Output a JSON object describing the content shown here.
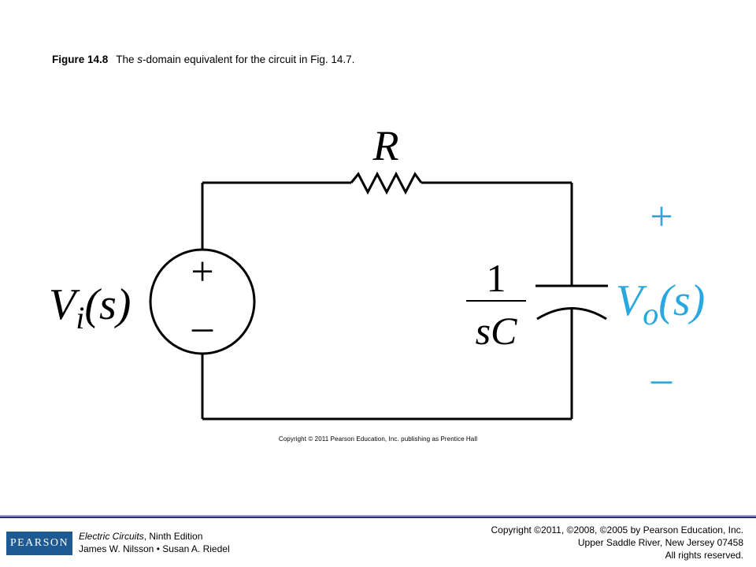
{
  "caption": {
    "figure_number": "Figure 14.8",
    "text_before": "The ",
    "text_italic": "s",
    "text_after": "-domain equivalent for the circuit in Fig. 14.7."
  },
  "circuit": {
    "resistor_label": "R",
    "source_label_main": "V",
    "source_label_sub": "i",
    "source_label_arg": "(s)",
    "source_plus": "+",
    "source_minus": "–",
    "capacitor_numerator": "1",
    "capacitor_denominator": "sC",
    "output_label_main": "V",
    "output_label_sub": "o",
    "output_label_arg": "(s)",
    "output_plus": "+",
    "output_minus": "–",
    "output_color": "#29a8e0"
  },
  "figure_copyright": "Copyright © 2011 Pearson Education, Inc. publishing as Prentice Hall",
  "footer": {
    "logo_text": "PEARSON",
    "book_title": "Electric Circuits",
    "book_edition": ", Ninth Edition",
    "authors": "James W. Nilsson • Susan A. Riedel",
    "copyright_line1": "Copyright ©2011, ©2008, ©2005 by Pearson Education, Inc.",
    "copyright_line2": "Upper Saddle River, New Jersey 07458",
    "copyright_line3": "All rights reserved."
  }
}
